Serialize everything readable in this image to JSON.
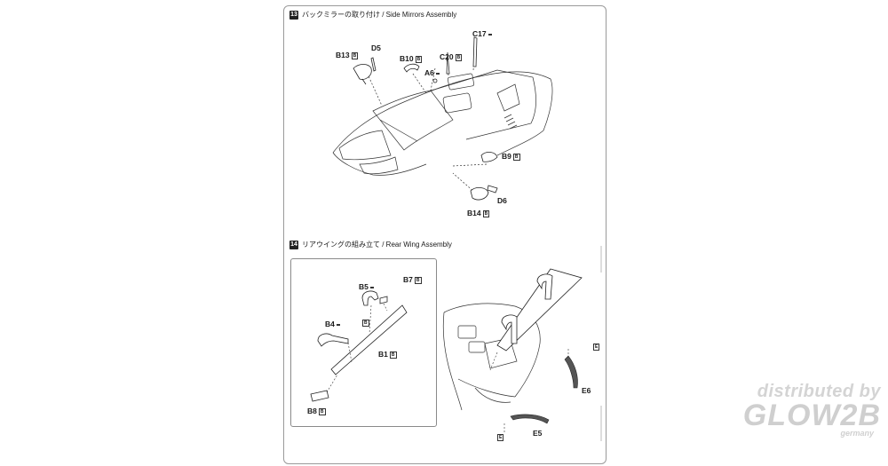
{
  "step13": {
    "number": "13",
    "title": "バックミラーの取り付け / Side Mirrors Assembly",
    "labels": {
      "c17": "C17",
      "c17_tag": "",
      "d5": "D5",
      "b13": "B13",
      "b13_tag": "B",
      "b10": "B10",
      "b10_tag": "B",
      "c20": "C20",
      "c20_tag": "B",
      "a6": "A6",
      "a6_tag": "",
      "b9": "B9",
      "b9_tag": "B",
      "d6": "D6",
      "b14": "B14",
      "b14_tag": "B"
    }
  },
  "step14": {
    "number": "14",
    "title": "リアウイングの組み立て / Rear Wing Assembly",
    "labels": {
      "b5": "B5",
      "b5_tag": "",
      "b7": "B7",
      "b7_tag": "B",
      "b4": "B4",
      "b4_tag": "",
      "b_small": "B",
      "b1": "B1",
      "b1_tag": "B",
      "b8": "B8",
      "b8_tag": "B",
      "e6": "E6",
      "e5": "E5",
      "e6_tag": "E",
      "e5_tag": "E"
    }
  },
  "watermark": {
    "line1": "distributed by",
    "line2": "GLOW2B",
    "line3": "germany"
  }
}
